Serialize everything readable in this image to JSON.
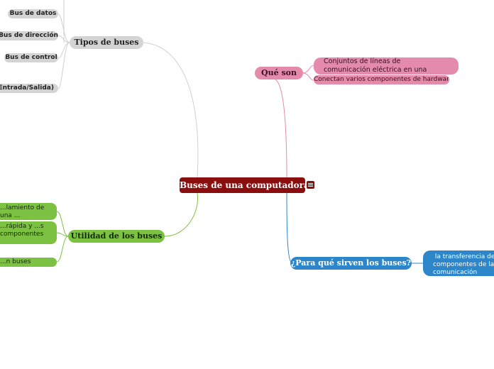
{
  "center": {
    "title": "Buses de una computadora?",
    "menu_icon": "menu-lines-icon"
  },
  "tipos": {
    "label": "Tipos de buses",
    "items": [
      "Bus de datos",
      "Bus de dirección",
      "Bus de control",
      "Bus de E/S (Entrada/Salida)"
    ]
  },
  "que_son": {
    "label": "Qué son",
    "items": [
      "Conjuntos de líneas de comunicación eléctrica en una computadora",
      "Conectan varios componentes de hardware"
    ]
  },
  "utilidad": {
    "label": "Utilidad de los buses",
    "items": [
      "...lamiento de una ...",
      "...rápida y ...s componentes",
      "...n buses eficientes"
    ]
  },
  "para_que": {
    "label": "¿Para qué sirven los buses?",
    "item": " la transferencia de d...\ncomponentes de la co...\ncomunicación"
  },
  "colors": {
    "center": "#8a0e0e",
    "grey": "#d4d4d4",
    "pink": "#e48aaa",
    "green": "#7dc142",
    "blue": "#2c86c9"
  }
}
